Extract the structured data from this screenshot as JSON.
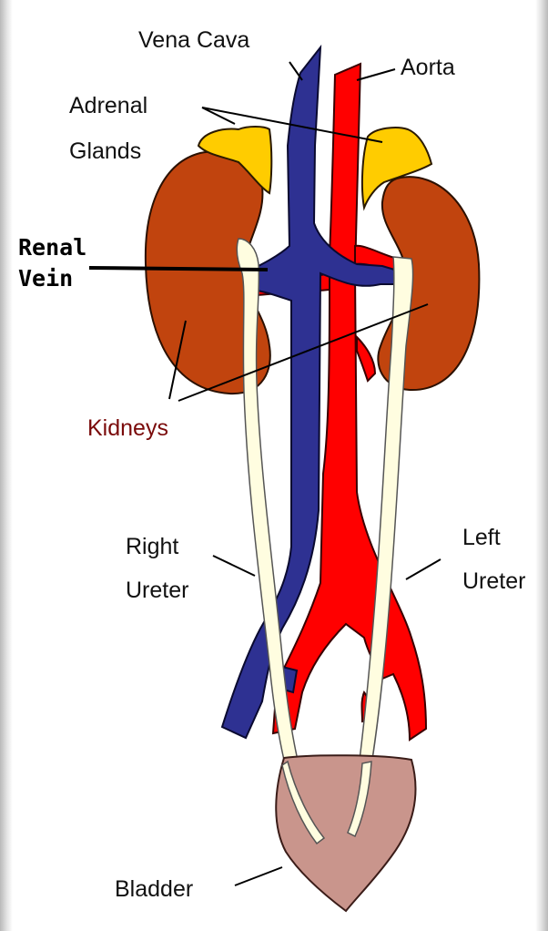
{
  "labels": {
    "vena_cava": "Vena Cava",
    "aorta": "Aorta",
    "adrenal_glands_line1": "Adrenal",
    "adrenal_glands_line2": "Glands",
    "renal_vein_line1": "Renal",
    "renal_vein_line2": "Vein",
    "kidneys": "Kidneys",
    "right_ureter_line1": "Right",
    "right_ureter_line2": "Ureter",
    "left_ureter_line1": "Left",
    "left_ureter_line2": "Ureter",
    "bladder": "Bladder"
  },
  "colors": {
    "vena_cava": "#2e3192",
    "aorta": "#ff0000",
    "kidney": "#c1440e",
    "adrenal": "#ffcc00",
    "ureter": "#fffde0",
    "bladder": "#c9958c",
    "kidneys_label": "#7a0a0a"
  }
}
